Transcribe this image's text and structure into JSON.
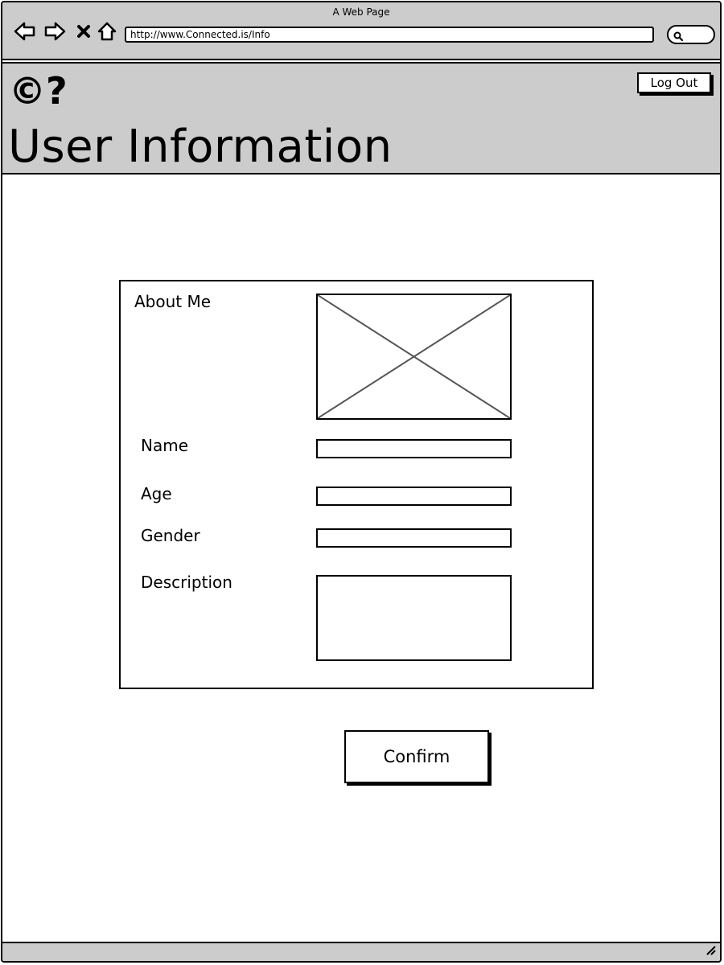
{
  "window": {
    "title": "A Web Page"
  },
  "browser": {
    "url": "http://www.Connected.is/Info",
    "icons": [
      "back-arrow-icon",
      "forward-arrow-icon",
      "close-x-icon",
      "home-icon",
      "search-icon"
    ]
  },
  "header": {
    "logo": "©?",
    "title": "User Information",
    "logout_label": "Log Out"
  },
  "form": {
    "about_label": "About Me",
    "name_label": "Name",
    "age_label": "Age",
    "gender_label": "Gender",
    "description_label": "Description",
    "name_value": "",
    "age_value": "",
    "gender_value": "",
    "description_value": ""
  },
  "actions": {
    "confirm_label": "Confirm"
  },
  "colors": {
    "chrome": "#cccccc",
    "border": "#000000",
    "background": "#ffffff"
  }
}
